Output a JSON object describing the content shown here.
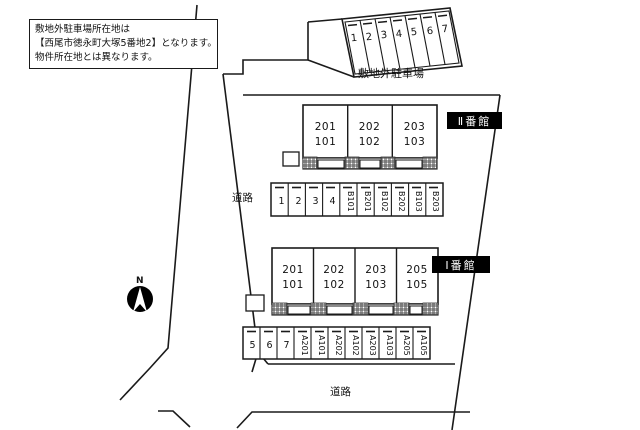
{
  "note": {
    "lines": [
      "敷地外駐車場所在地は",
      "【西尾市徳永町大塚5番地2】となります。",
      "物件所在地とは異なります。"
    ]
  },
  "labels": {
    "offsite_parking": "敷地外駐車場",
    "road_left": "道路",
    "road_bottom": "道路",
    "north": "N"
  },
  "buildings": [
    {
      "banner": "Ⅱ番館",
      "units": [
        {
          "upper": "201",
          "lower": "101"
        },
        {
          "upper": "202",
          "lower": "102"
        },
        {
          "upper": "203",
          "lower": "103"
        }
      ]
    },
    {
      "banner": "Ⅰ番館",
      "units": [
        {
          "upper": "201",
          "lower": "101"
        },
        {
          "upper": "202",
          "lower": "102"
        },
        {
          "upper": "203",
          "lower": "103"
        },
        {
          "upper": "205",
          "lower": "105"
        }
      ]
    }
  ],
  "parking": {
    "offsite_row": [
      "1",
      "2",
      "3",
      "4",
      "5",
      "6",
      "7"
    ],
    "middle_row": [
      "1",
      "2",
      "3",
      "4",
      "B101",
      "B201",
      "B102",
      "B202",
      "B103",
      "B203"
    ],
    "bottom_row": [
      "5",
      "6",
      "7",
      "A201",
      "A101",
      "A202",
      "A102",
      "A203",
      "A103",
      "A205",
      "A105"
    ]
  },
  "colors": {
    "line": "#1a1a1a",
    "banner_bg": "#000000",
    "banner_text": "#ffffff",
    "page_bg": "#ffffff",
    "fill_light": "#f2f2f2"
  }
}
